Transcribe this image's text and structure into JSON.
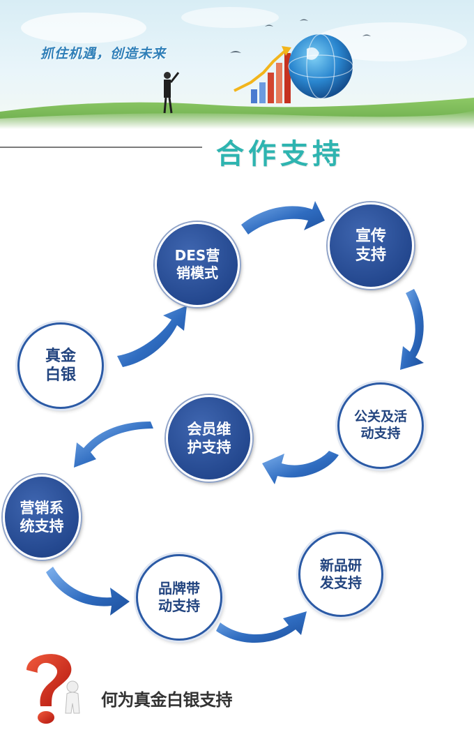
{
  "banner": {
    "slogan": "抓住机遇，创造未来"
  },
  "section": {
    "title": "合作支持"
  },
  "nodes": {
    "des_marketing": "DES营\n销模式",
    "publicity": "宣传\n支持",
    "zhenjin_baiyin": "真金\n白银",
    "pr_events": "公关及活\n动支持",
    "member_maintenance": "会员维\n护支持",
    "marketing_system": "营销系\n统支持",
    "brand_driven": "品牌带\n动支持",
    "new_product_rd": "新品研\n发支持"
  },
  "footer": {
    "question": "何为真金白银支持"
  },
  "colors": {
    "node_fill": "#2a4f96",
    "arrow": "#2f6cc0",
    "heading": "#2eb4b0",
    "slogan": "#2f7fb8"
  }
}
